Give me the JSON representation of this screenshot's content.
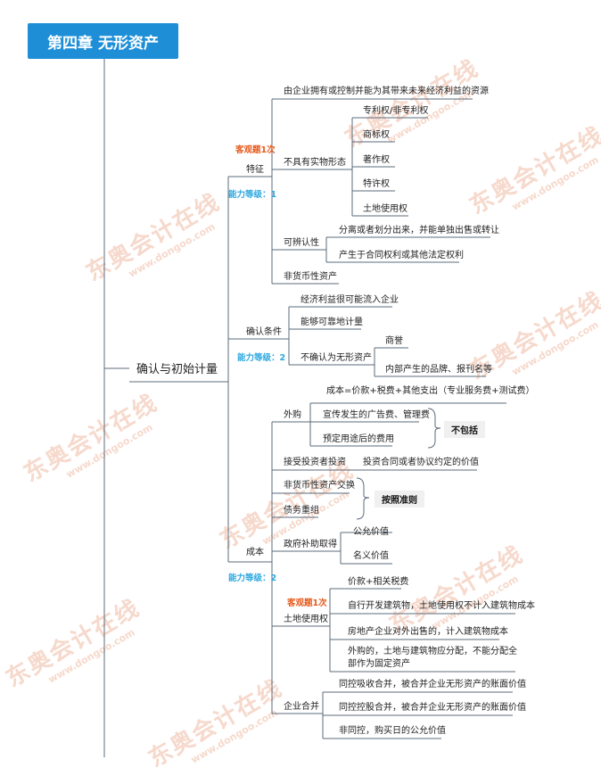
{
  "title": "第四章  无形资产",
  "watermark": {
    "text": "东奥会计在线",
    "url": "www.dongoo.com"
  },
  "root": "确认与初始计量",
  "features": {
    "label": "特征",
    "tag_red": "客观题1次",
    "tag_blue": "能力等级：1",
    "definition": "由企业拥有或控制并能为其带来未来经济利益的资源",
    "no_physical": "不具有实物形态",
    "no_physical_items": [
      "专利权/非专利权",
      "商标权",
      "著作权",
      "特许权",
      "土地使用权"
    ],
    "identifiable": "可辨认性",
    "identifiable_items": [
      "分离或者划分出来，并能单独出售或转让",
      "产生于合同权利或其他法定权利"
    ],
    "non_monetary": "非货币性资产"
  },
  "recognition": {
    "label": "确认条件",
    "tag_blue": "能力等级：2",
    "items": [
      "经济利益很可能流入企业",
      "能够可靠地计量"
    ],
    "not_recognized": "不确认为无形资产",
    "not_recognized_items": [
      "商誉",
      "内部产生的品牌、报刊名等"
    ]
  },
  "cost": {
    "label": "成本",
    "tag_blue": "能力等级：2",
    "purchase": "外购",
    "purchase_items": [
      "成本=价款+税费+其他支出（专业服务费+测试费）",
      "宣传发生的广告费、管理费",
      "预定用途后的费用"
    ],
    "exclude_callout": "不包括",
    "investor": "接受投资者投资",
    "investor_value": "投资合同或者协议约定的价值",
    "exchange": "非货币性资产交换",
    "debt": "债务重组",
    "standard_callout": "按照准则",
    "gov": "政府补助取得",
    "gov_items": [
      "公允价值",
      "名义价值"
    ],
    "land": "土地使用权",
    "land_tag_red": "客观题1次",
    "land_items": [
      "价款+相关税费",
      "自行开发建筑物，土地使用权不计入建筑物成本",
      "房地产企业对外出售的，计入建筑物成本",
      "外购的，土地与建筑物应分配，不能分配全部作为固定资产"
    ],
    "merger": "企业合并",
    "merger_items": [
      "同控吸收合并，被合并企业无形资产的账面价值",
      "同控控股合并，被合并企业无形资产的账面价值",
      "非同控，购买日的公允价值"
    ]
  }
}
